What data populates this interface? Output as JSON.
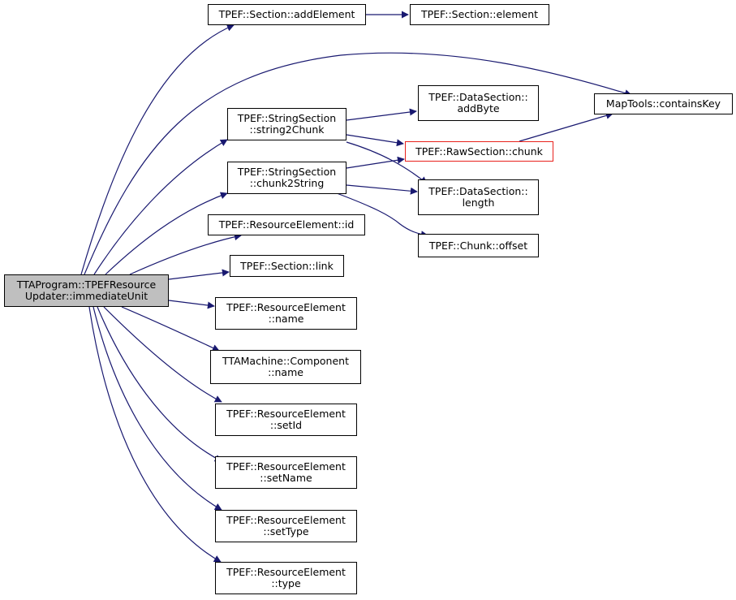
{
  "graph": {
    "edge_color": "#191970",
    "root_fill": "#bfbfbf",
    "highlight_border": "#e8221c",
    "nodes": [
      {
        "id": "root",
        "lines": [
          "TTAProgram::TPEFResource",
          "Updater::immediateUnit"
        ]
      },
      {
        "id": "addElement",
        "lines": [
          "TPEF::Section::addElement"
        ]
      },
      {
        "id": "element",
        "lines": [
          "TPEF::Section::element"
        ]
      },
      {
        "id": "containsKey",
        "lines": [
          "MapTools::containsKey"
        ]
      },
      {
        "id": "string2Chunk",
        "lines": [
          "TPEF::StringSection",
          "::string2Chunk"
        ]
      },
      {
        "id": "addByte",
        "lines": [
          "TPEF::DataSection::",
          "addByte"
        ]
      },
      {
        "id": "rawChunk",
        "lines": [
          "TPEF::RawSection::chunk"
        ]
      },
      {
        "id": "chunk2String",
        "lines": [
          "TPEF::StringSection",
          "::chunk2String"
        ]
      },
      {
        "id": "length",
        "lines": [
          "TPEF::DataSection::",
          "length"
        ]
      },
      {
        "id": "resId",
        "lines": [
          "TPEF::ResourceElement::id"
        ]
      },
      {
        "id": "offset",
        "lines": [
          "TPEF::Chunk::offset"
        ]
      },
      {
        "id": "link",
        "lines": [
          "TPEF::Section::link"
        ]
      },
      {
        "id": "resName",
        "lines": [
          "TPEF::ResourceElement",
          "::name"
        ]
      },
      {
        "id": "compName",
        "lines": [
          "TTAMachine::Component",
          "::name"
        ]
      },
      {
        "id": "setId",
        "lines": [
          "TPEF::ResourceElement",
          "::setId"
        ]
      },
      {
        "id": "setName",
        "lines": [
          "TPEF::ResourceElement",
          "::setName"
        ]
      },
      {
        "id": "setType",
        "lines": [
          "TPEF::ResourceElement",
          "::setType"
        ]
      },
      {
        "id": "type",
        "lines": [
          "TPEF::ResourceElement",
          "::type"
        ]
      }
    ]
  }
}
